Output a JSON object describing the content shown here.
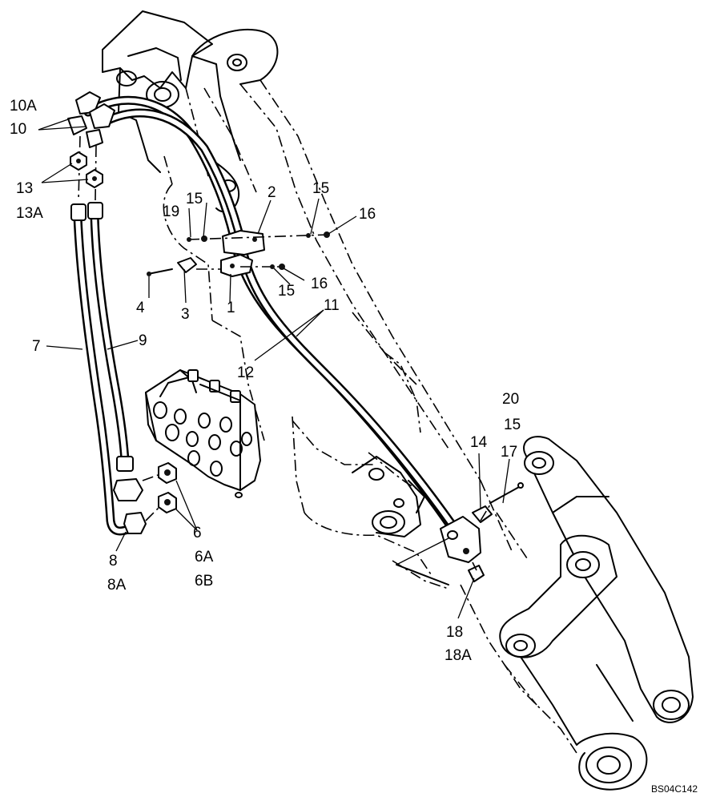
{
  "drawing_id": "BS04C142",
  "callouts": [
    {
      "id": "c-10a",
      "text": "10A"
    },
    {
      "id": "c-10",
      "text": "10"
    },
    {
      "id": "c-13",
      "text": "13"
    },
    {
      "id": "c-13a",
      "text": "13A"
    },
    {
      "id": "c-19",
      "text": "19"
    },
    {
      "id": "c-15a",
      "text": "15"
    },
    {
      "id": "c-2",
      "text": "2"
    },
    {
      "id": "c-15b",
      "text": "15"
    },
    {
      "id": "c-16a",
      "text": "16"
    },
    {
      "id": "c-4",
      "text": "4"
    },
    {
      "id": "c-3",
      "text": "3"
    },
    {
      "id": "c-1",
      "text": "1"
    },
    {
      "id": "c-15c",
      "text": "15"
    },
    {
      "id": "c-16b",
      "text": "16"
    },
    {
      "id": "c-11",
      "text": "11"
    },
    {
      "id": "c-12",
      "text": "12"
    },
    {
      "id": "c-7",
      "text": "7"
    },
    {
      "id": "c-9",
      "text": "9"
    },
    {
      "id": "c-20",
      "text": "20"
    },
    {
      "id": "c-15d",
      "text": "15"
    },
    {
      "id": "c-14",
      "text": "14"
    },
    {
      "id": "c-17",
      "text": "17"
    },
    {
      "id": "c-6",
      "text": "6"
    },
    {
      "id": "c-6a",
      "text": "6A"
    },
    {
      "id": "c-6b",
      "text": "6B"
    },
    {
      "id": "c-8",
      "text": "8"
    },
    {
      "id": "c-8a",
      "text": "8A"
    },
    {
      "id": "c-18",
      "text": "18"
    },
    {
      "id": "c-18a",
      "text": "18A"
    }
  ]
}
